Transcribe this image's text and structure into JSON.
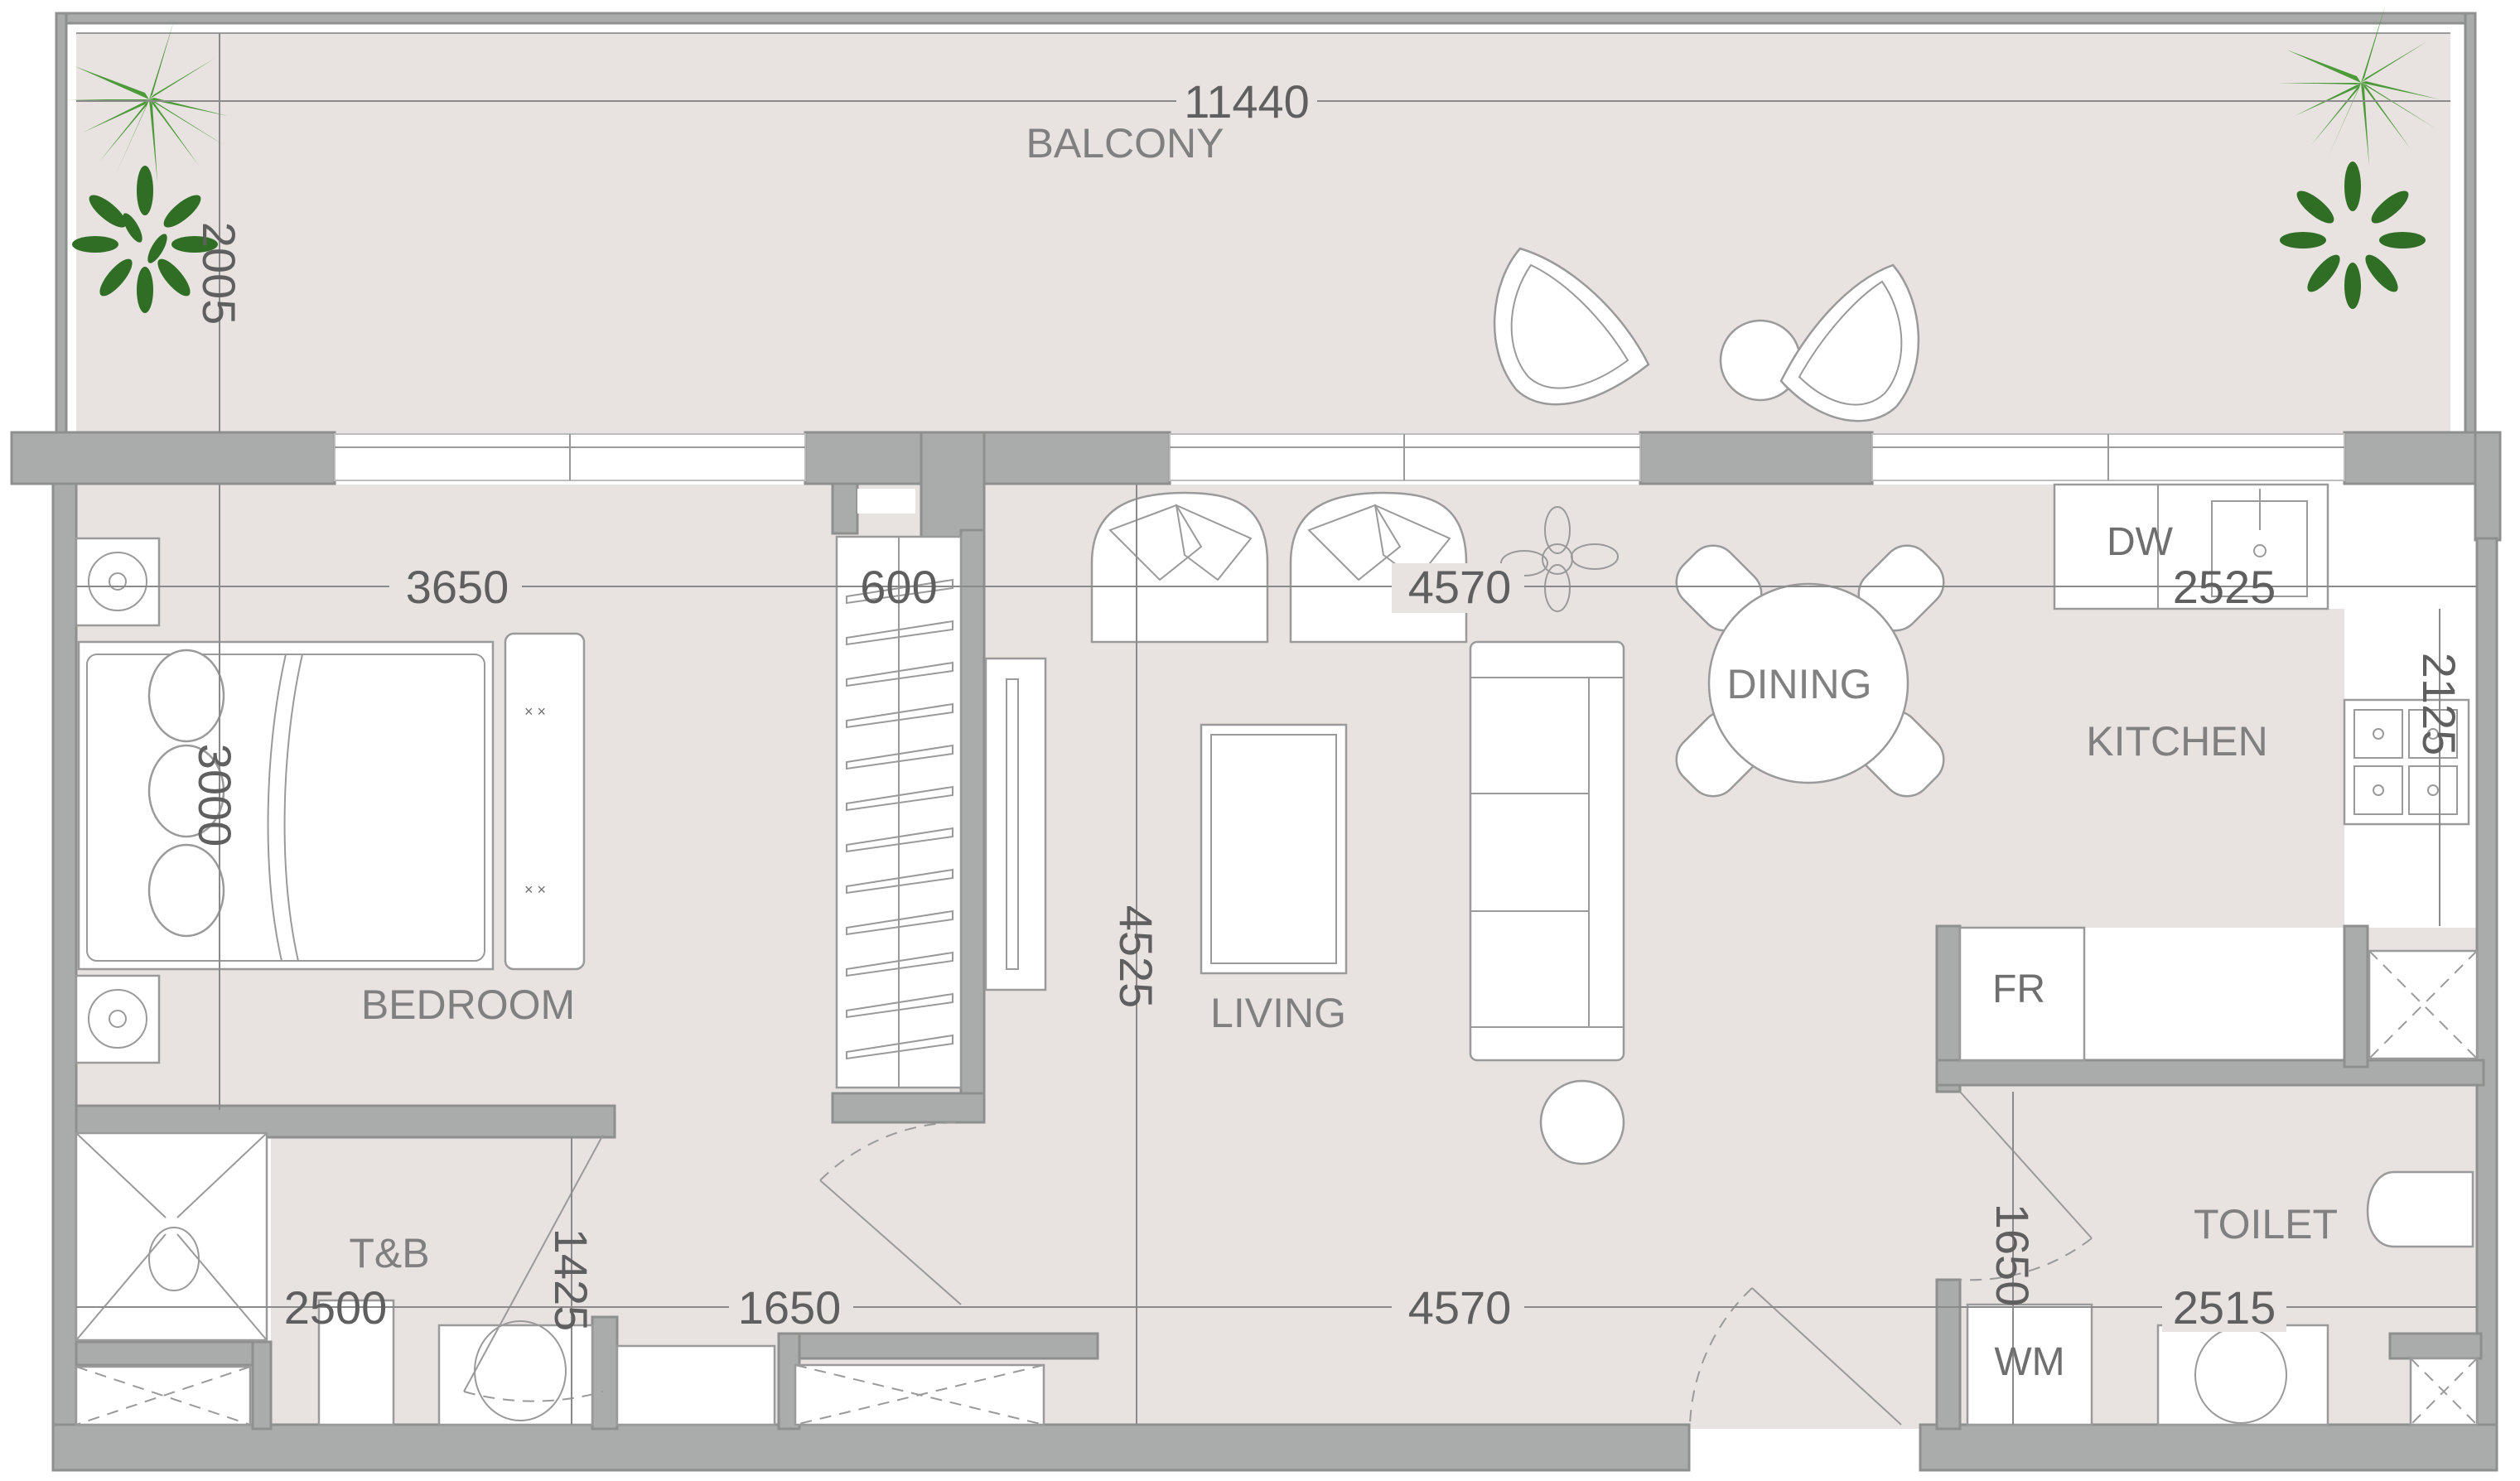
{
  "plan": {
    "rooms": [
      {
        "id": "balcony",
        "label": "BALCONY"
      },
      {
        "id": "bedroom",
        "label": "BEDROOM"
      },
      {
        "id": "living",
        "label": "LIVING"
      },
      {
        "id": "dining",
        "label": "DINING"
      },
      {
        "id": "kitchen",
        "label": "KITCHEN"
      },
      {
        "id": "tb",
        "label": "T&B"
      },
      {
        "id": "toilet",
        "label": "TOILET"
      }
    ],
    "fixtures": {
      "dishwasher": "DW",
      "fridge": "FR",
      "washing_machine": "WM"
    },
    "dimensions": {
      "balcony_width": "11440",
      "balcony_depth": "2005",
      "bedroom_width": "3650",
      "bedroom_depth": "3000",
      "wardrobe_width": "600",
      "living_width_top": "4570",
      "living_depth": "4525",
      "kitchen_width": "2525",
      "kitchen_depth": "2125",
      "tb_width": "2500",
      "tb_depth": "1425",
      "corridor_width": "1650",
      "living_width_bottom": "4570",
      "toilet_depth": "1650",
      "toilet_width": "2515"
    },
    "colors": {
      "floor": "#e8e2e0",
      "wall": "#a9acaa",
      "furniture": "#ffffff",
      "plant_light": "#4d9a3a",
      "plant_dark": "#2f6e24"
    }
  }
}
